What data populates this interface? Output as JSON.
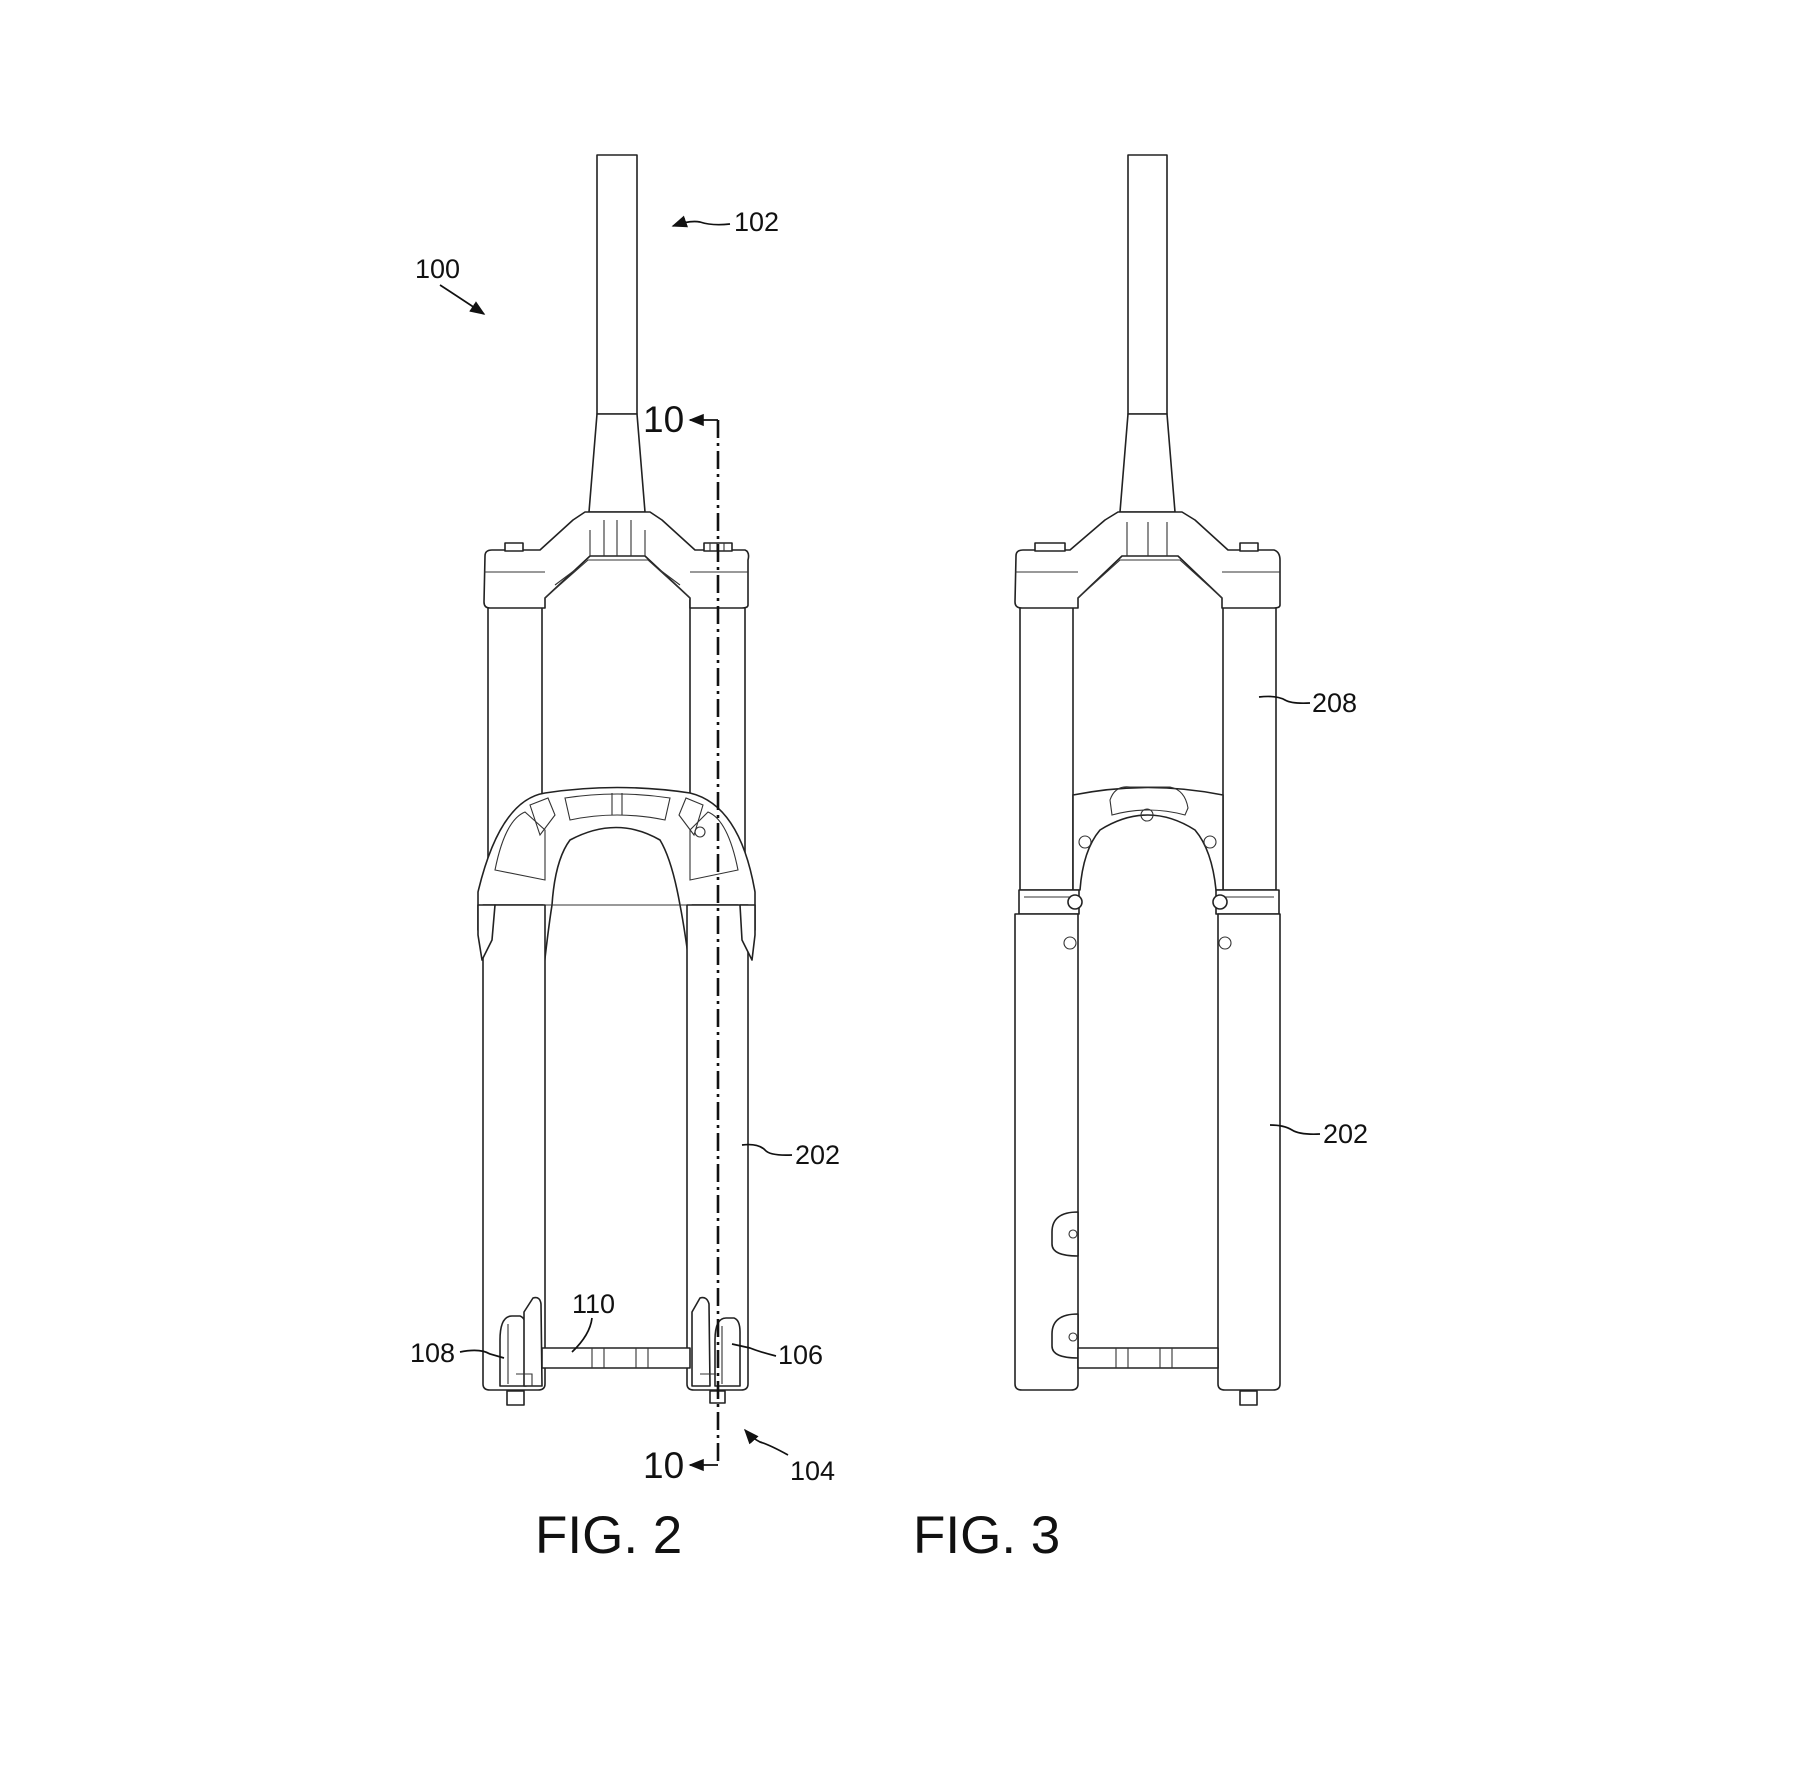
{
  "figures": [
    {
      "caption": "FIG. 2",
      "reference_numerals": {
        "assembly": "100",
        "steerer": "102",
        "dropout_region": "104",
        "right_dropout": "106",
        "left_dropout": "108",
        "axle": "110",
        "lower_leg": "202"
      },
      "section_line": {
        "label_top": "10",
        "label_bottom": "10"
      }
    },
    {
      "caption": "FIG. 3",
      "reference_numerals": {
        "upper_tube": "208",
        "lower_leg": "202"
      }
    }
  ],
  "colors": {
    "ink": "#222222",
    "paper": "#ffffff"
  }
}
